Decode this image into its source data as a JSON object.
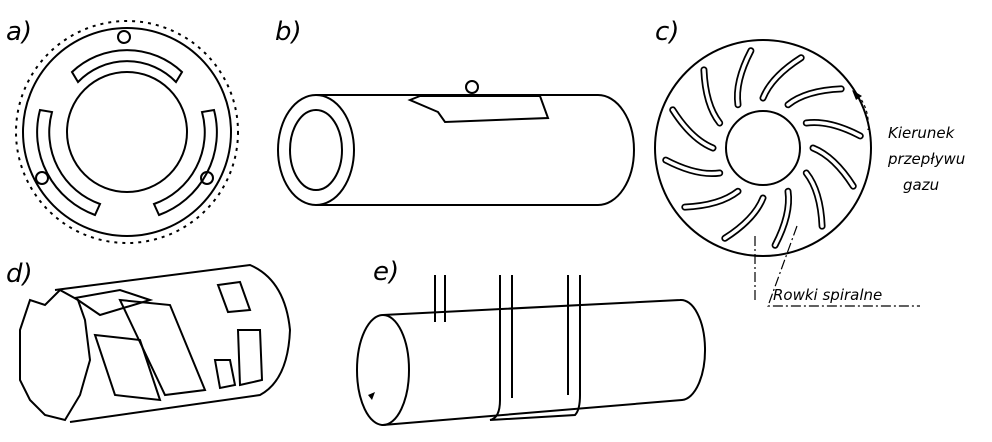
{
  "figure": {
    "panels": [
      {
        "id": "a",
        "label": "a)"
      },
      {
        "id": "b",
        "label": "b)"
      },
      {
        "id": "c",
        "label": "c)"
      },
      {
        "id": "d",
        "label": "d)"
      },
      {
        "id": "e",
        "label": "e)"
      }
    ],
    "annotations": {
      "flow_direction": [
        "Kierunek",
        "przepływu",
        "gazu"
      ],
      "grooves": "Rowki spiralne"
    },
    "colors": {
      "line": "#000000",
      "background": "#ffffff"
    }
  }
}
